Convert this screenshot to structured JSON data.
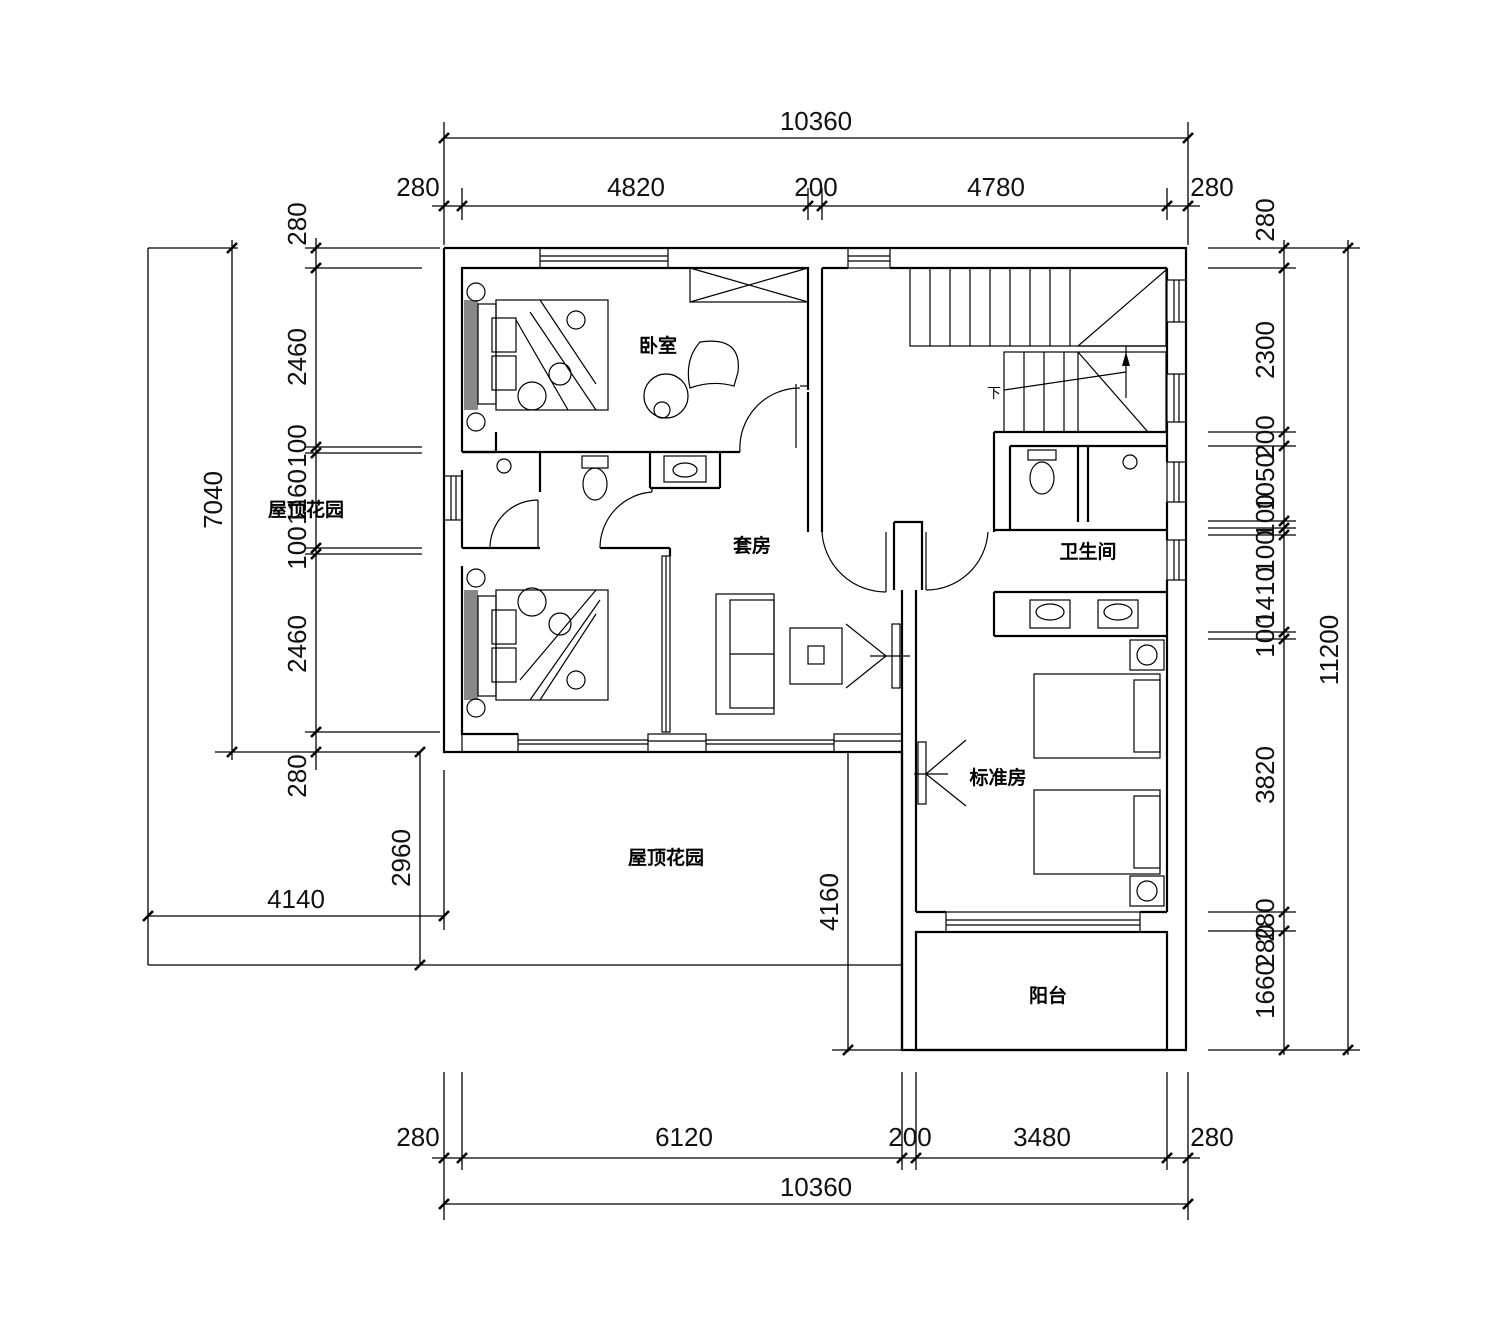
{
  "rooms": {
    "bedroom": "卧室",
    "suite": "套房",
    "bathroom": "卫生间",
    "standard_room": "标准房",
    "roof_garden_left": "屋顶花园",
    "roof_garden_bottom": "屋顶花园",
    "balcony": "阳台"
  },
  "dimensions": {
    "top_total": "10360",
    "top_segments": [
      "280",
      "4820",
      "200",
      "4780",
      "280"
    ],
    "bottom_total": "10360",
    "bottom_segments": [
      "280",
      "6120",
      "200",
      "3480",
      "280"
    ],
    "left_outer": "7040",
    "left_segments": [
      "280",
      "2460",
      "100",
      "1160",
      "100",
      "2460",
      "280"
    ],
    "right_total": "11200",
    "right_segments": [
      "280",
      "2300",
      "200",
      "1050",
      "100",
      "100",
      "1410",
      "100",
      "3820",
      "280",
      "280",
      "1660"
    ],
    "garden_width": "4140",
    "garden_depth": "2960",
    "garden_bottom_depth": "4160"
  },
  "stair_label": "下"
}
